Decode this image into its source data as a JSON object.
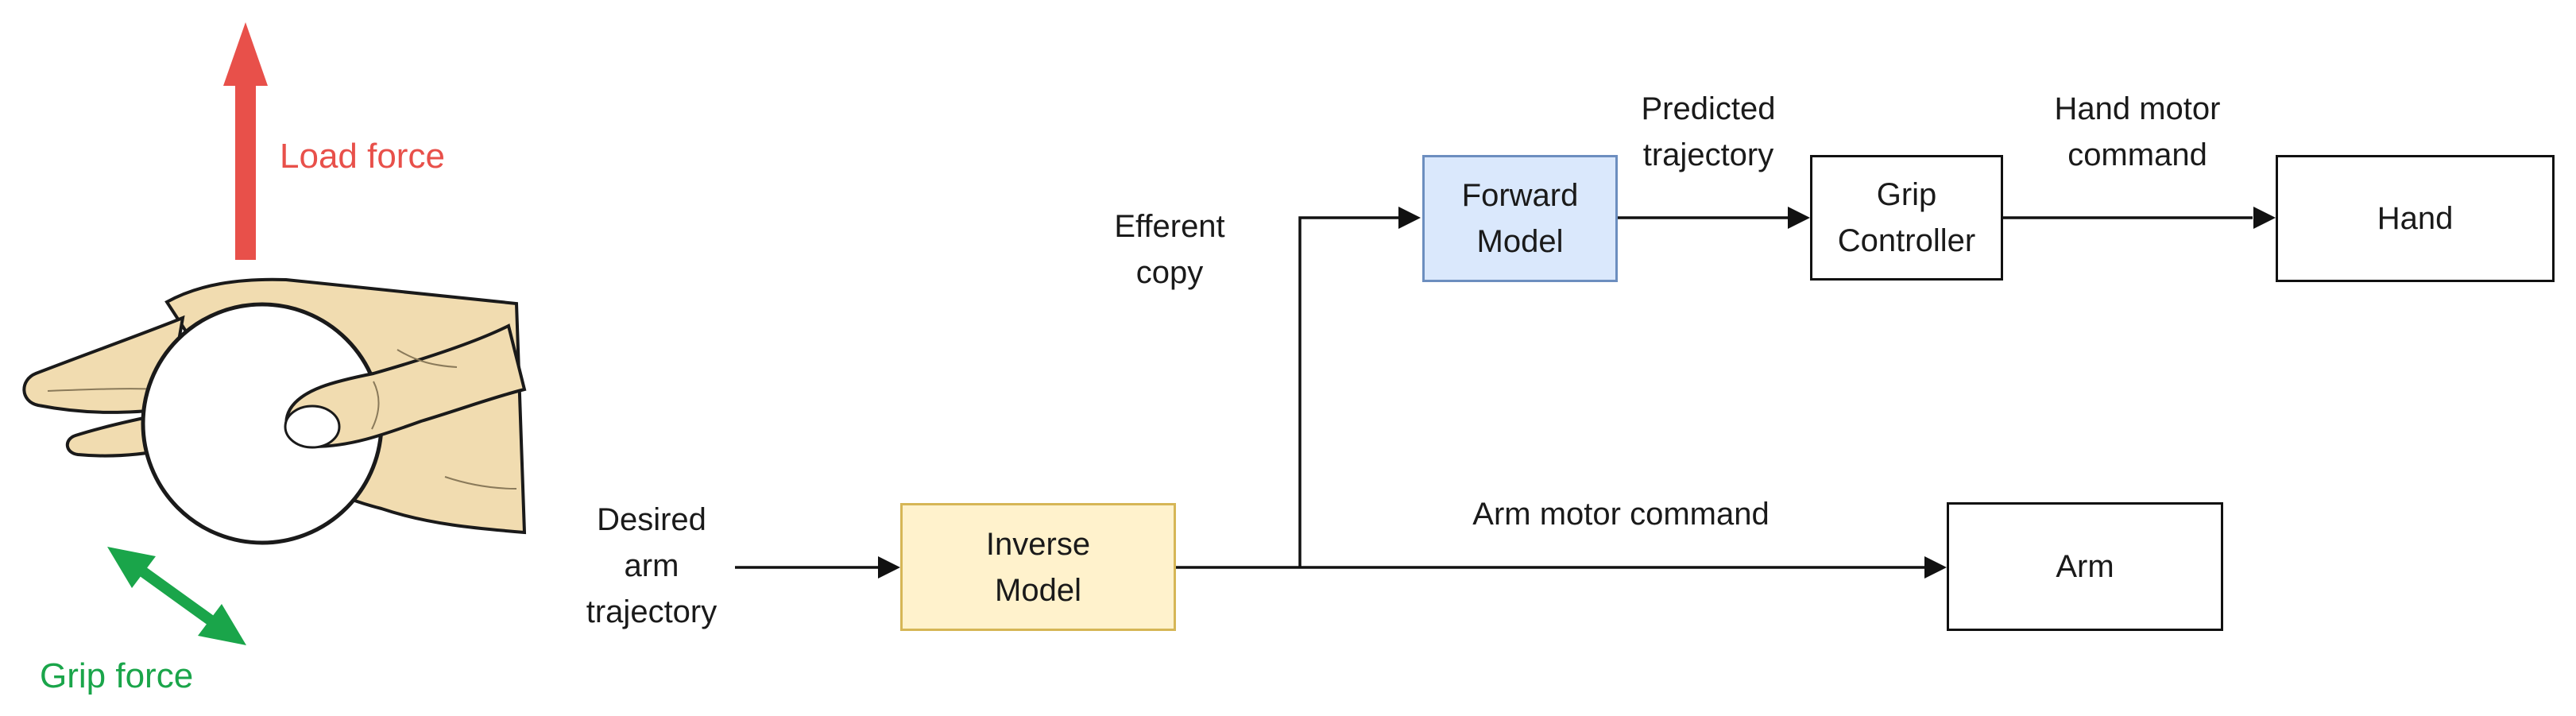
{
  "illustration": {
    "load_force": "Load force",
    "grip_force": "Grip force",
    "colors": {
      "load": "#e8504a",
      "grip": "#1aa54a",
      "skin": "#f1dcb0",
      "outline": "#1a1a1a"
    }
  },
  "labels": {
    "desired_line1": "Desired",
    "desired_line2": "arm",
    "desired_line3": "trajectory",
    "efferent_line1": "Efferent",
    "efferent_line2": "copy",
    "predicted_line1": "Predicted",
    "predicted_line2": "trajectory",
    "hand_cmd_line1": "Hand motor",
    "hand_cmd_line2": "command",
    "arm_cmd": "Arm motor command"
  },
  "boxes": {
    "inverse_line1": "Inverse",
    "inverse_line2": "Model",
    "forward_line1": "Forward",
    "forward_line2": "Model",
    "grip_line1": "Grip",
    "grip_line2": "Controller",
    "hand": "Hand",
    "arm": "Arm",
    "colors": {
      "inverse_fill": "#fff2cc",
      "inverse_border": "#d6b656",
      "forward_fill": "#dae8fc",
      "forward_border": "#6c8ebf"
    }
  }
}
